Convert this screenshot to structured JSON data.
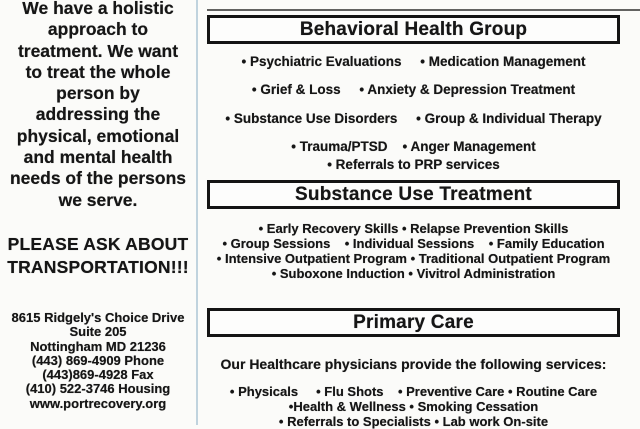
{
  "page": {
    "background_color": "#fbfbf9",
    "text_color": "#161616",
    "divider_color": "#c0d3de",
    "box_border_color": "#141414"
  },
  "left_column": {
    "holistic_statement_lines": [
      "We have a holistic",
      "approach to",
      "treatment.  We want",
      "to treat the whole",
      "person by",
      "addressing the",
      "physical, emotional",
      "and mental health",
      "needs of the persons",
      "we serve."
    ],
    "transportation_note_lines": [
      "PLEASE ASK ABOUT",
      "TRANSPORTATION!!!"
    ],
    "address_lines": [
      "8615 Ridgely's Choice Drive",
      "Suite 205",
      "Nottingham MD 21236",
      "(443) 869-4909 Phone",
      "(443)869-4928 Fax",
      "(410) 522-3746 Housing",
      "www.portrecovery.org"
    ]
  },
  "right_panel": {
    "sections": [
      {
        "title": "Behavioral Health Group",
        "lines": [
          "• Psychiatric Evaluations     • Medication Management",
          "• Grief & Loss     • Anxiety & Depression Treatment",
          "• Substance Use Disorders     • Group & Individual Therapy",
          "• Trauma/PTSD    • Anger Management",
          "• Referrals to PRP services"
        ]
      },
      {
        "title": "Substance Use Treatment",
        "lines": [
          "• Early Recovery Skills • Relapse Prevention Skills",
          "• Group Sessions    • Individual Sessions    • Family Education",
          "• Intensive Outpatient Program • Traditional Outpatient Program",
          "• Suboxone Induction • Vivitrol Administration"
        ]
      },
      {
        "title": "Primary Care",
        "intro": "Our Healthcare physicians provide the following services:",
        "lines": [
          "• Physicals     • Flu Shots    • Preventive Care • Routine Care",
          "•Health & Wellness • Smoking Cessation",
          "• Referrals to Specialists • Lab work On-site"
        ]
      }
    ]
  }
}
